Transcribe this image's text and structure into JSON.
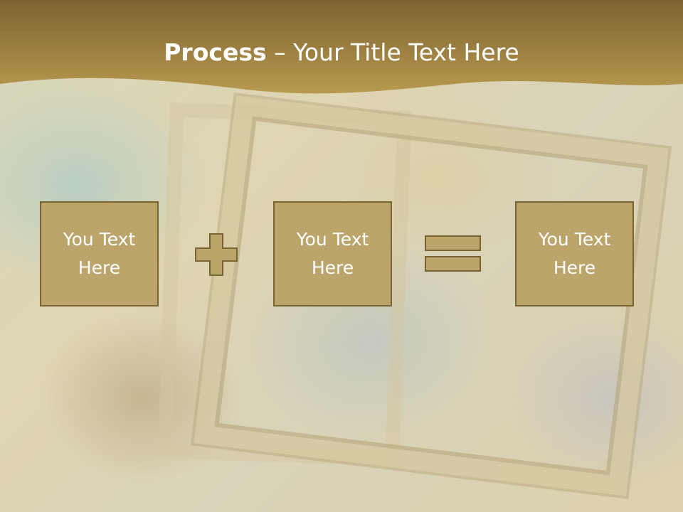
{
  "slide": {
    "title_bold": "Process",
    "title_dash": " – ",
    "title_rest": "Your Title Text Here",
    "boxes": [
      {
        "text_line1": "You Text",
        "text_line2": "Here"
      },
      {
        "text_line1": "You Text",
        "text_line2": "Here"
      },
      {
        "text_line1": "You Text",
        "text_line2": "Here"
      }
    ],
    "operators": [
      "plus-icon",
      "equals-icon"
    ],
    "colors": {
      "band_dark": "#7d6331",
      "band_light": "#b8994f",
      "box_fill": "#bba56a",
      "box_border": "#7a6432",
      "text": "#ffffff"
    }
  }
}
